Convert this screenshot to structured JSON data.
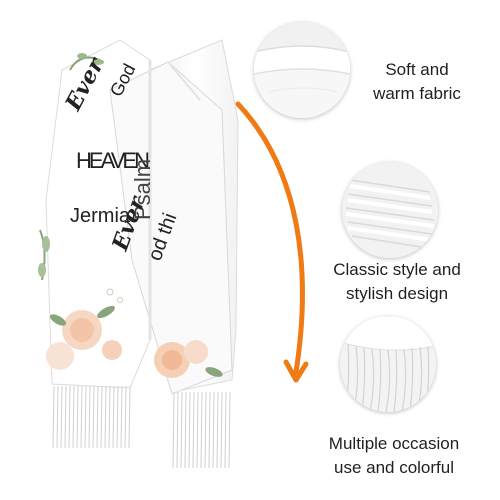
{
  "scarf": {
    "print_texts": [
      "Ever",
      "God",
      "HEAVEN",
      "Psalm",
      "Jermia",
      "Ever",
      "od thi"
    ]
  },
  "features": [
    {
      "lines": [
        "Soft and",
        "warm fabric"
      ]
    },
    {
      "lines": [
        "Classic style and",
        "stylish design"
      ]
    },
    {
      "lines": [
        "Multiple occasion",
        "use and colorful"
      ]
    }
  ],
  "colors": {
    "arrow": "#f07a14",
    "text": "#1f1f1f",
    "leaf": "#8aa57c",
    "rose": "#f3c4a8"
  }
}
